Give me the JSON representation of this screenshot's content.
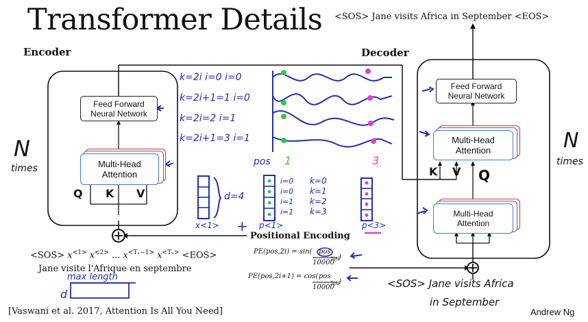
{
  "title": "Transformer Details",
  "output_sentence": "<SOS> Jane visits Africa in September <EOS>",
  "encoder": {
    "label": "Encoder",
    "ffn_line1": "Feed Forward",
    "ffn_line2": "Neural Network",
    "mha_line1": "Multi-Head",
    "mha_line2": "Attention",
    "q": "Q",
    "k": "K",
    "v": "V",
    "n_label": "N",
    "times_label": "times"
  },
  "decoder": {
    "label": "Decoder",
    "ffn_line1": "Feed Forward",
    "ffn_line2": "Neural Network",
    "mha2_line1": "Multi-Head",
    "mha2_line2": "Attention",
    "mha1_line1": "Multi-Head",
    "mha1_line2": "Attention",
    "k": "K",
    "v": "V",
    "q": "Q",
    "n_label": "N",
    "times_label": "times"
  },
  "input_sequence": {
    "sos": "<SOS>",
    "x1": "x",
    "x1_sup": "<1>",
    "x2": "x",
    "x2_sup": "<2>",
    "dots": "...",
    "xtm1": "x",
    "xtm1_sup": "<Tₓ−1>",
    "xt": "x",
    "xt_sup": "<Tₓ>",
    "eos": "<EOS>"
  },
  "french_sentence": "Jane visite l'Afrique en septembre",
  "max_length_note": "max length",
  "d_note": "d",
  "positional_encoding_label": "Positional Encoding",
  "formula1": {
    "lhs": "PE(pos,2i) = sin(",
    "num": "pos",
    "den": "10000",
    "den_exp": "2i/d",
    "rhs": ")"
  },
  "formula2": {
    "lhs": "PE(pos,2i+1) = cos(",
    "num": "pos",
    "den": "10000",
    "den_exp": "2i/d",
    "rhs": ")"
  },
  "handwritten": {
    "k_rows": [
      "k=2i i=0  i=0",
      "k=2i+1=1  i=0",
      "k=2i=2   i=1",
      "k=2i+1=3  i=1"
    ],
    "pos_label": "pos",
    "pos_1": "1",
    "pos_3": "3",
    "d_eq": "d=4",
    "x1_label": "x<1>",
    "plus": "+",
    "p1_label": "p<1>",
    "p3_label": "p<3>",
    "i_col": [
      "i=0",
      "i=0",
      "i=1",
      "i=1"
    ],
    "k_col": [
      "k=0",
      "k=1",
      "k=2",
      "k=3"
    ],
    "decoder_input_line1": "<SOS> Jane visits Africa",
    "decoder_input_line2": "in September"
  },
  "citation": "[Vaswani et al. 2017, Attention Is All You Need]",
  "credit": "Andrew Ng",
  "colors": {
    "ink_blue": "#1f2fb0",
    "box_blue": "#3a7bd5",
    "stack_red": "#c0392b",
    "stack_purple": "#8e44ad",
    "dot_green": "#2ecc40",
    "dot_magenta": "#e040c8"
  }
}
